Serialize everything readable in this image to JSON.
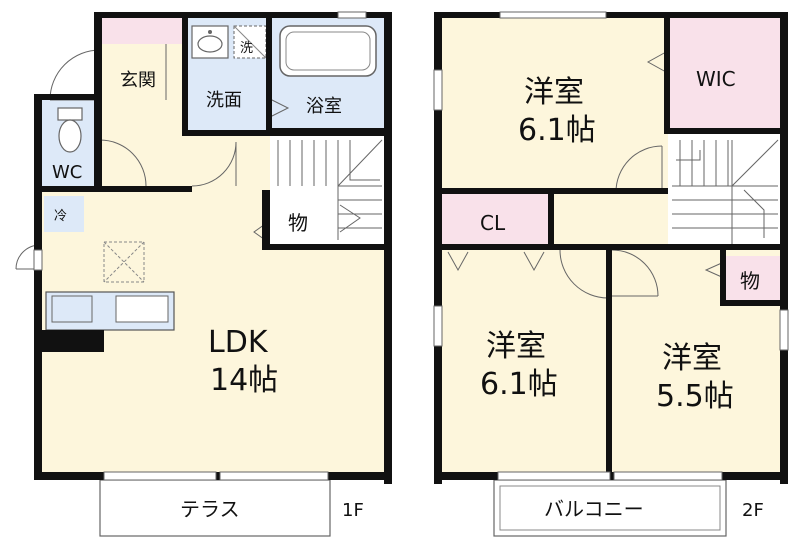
{
  "floor1": {
    "floor_label": "1F",
    "rooms": {
      "genkan": "玄関",
      "senmen": "洗面",
      "washer": "洗",
      "bath": "浴室",
      "wc": "WC",
      "fridge": "冷",
      "storage": "物",
      "ldk_name": "LDK",
      "ldk_size": "14帖",
      "terrace": "テラス"
    }
  },
  "floor2": {
    "floor_label": "2F",
    "rooms": {
      "north_name": "洋室",
      "north_size": "6.1帖",
      "wic": "WIC",
      "cl": "CL",
      "sw_name": "洋室",
      "sw_size": "6.1帖",
      "se_name": "洋室",
      "se_size": "5.5帖",
      "storage": "物",
      "balcony": "バルコニー"
    }
  },
  "colors": {
    "wall": "#111111",
    "floor": "#fdf6dc",
    "wet": "#dde9f8",
    "pink": "#f9e1ea",
    "line": "#666666"
  }
}
